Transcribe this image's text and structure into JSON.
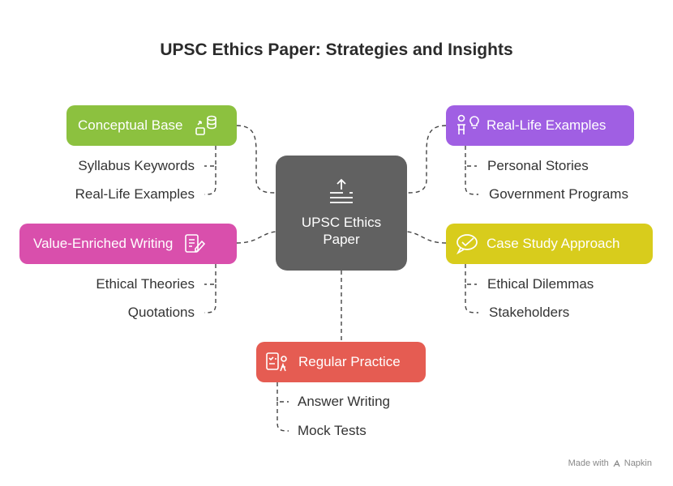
{
  "title": "UPSC Ethics Paper: Strategies and Insights",
  "center": {
    "line1": "UPSC Ethics",
    "line2": "Paper"
  },
  "branches": {
    "conceptual_base": {
      "label": "Conceptual Base",
      "color": "#8cc13f",
      "items": [
        "Syllabus Keywords",
        "Real-Life Examples"
      ]
    },
    "value_enriched": {
      "label": "Value-Enriched Writing",
      "color": "#d94fac",
      "items": [
        "Ethical Theories",
        "Quotations"
      ]
    },
    "real_life": {
      "label": "Real-Life Examples",
      "color": "#a05fe3",
      "items": [
        "Personal Stories",
        "Government Programs"
      ]
    },
    "case_study": {
      "label": "Case Study Approach",
      "color": "#d8cc1c",
      "items": [
        "Ethical Dilemmas",
        "Stakeholders"
      ]
    },
    "regular_practice": {
      "label": "Regular Practice",
      "color": "#e55c52",
      "items": [
        "Answer Writing",
        "Mock Tests"
      ]
    }
  },
  "footer": {
    "made_with": "Made with",
    "brand": "Napkin"
  }
}
